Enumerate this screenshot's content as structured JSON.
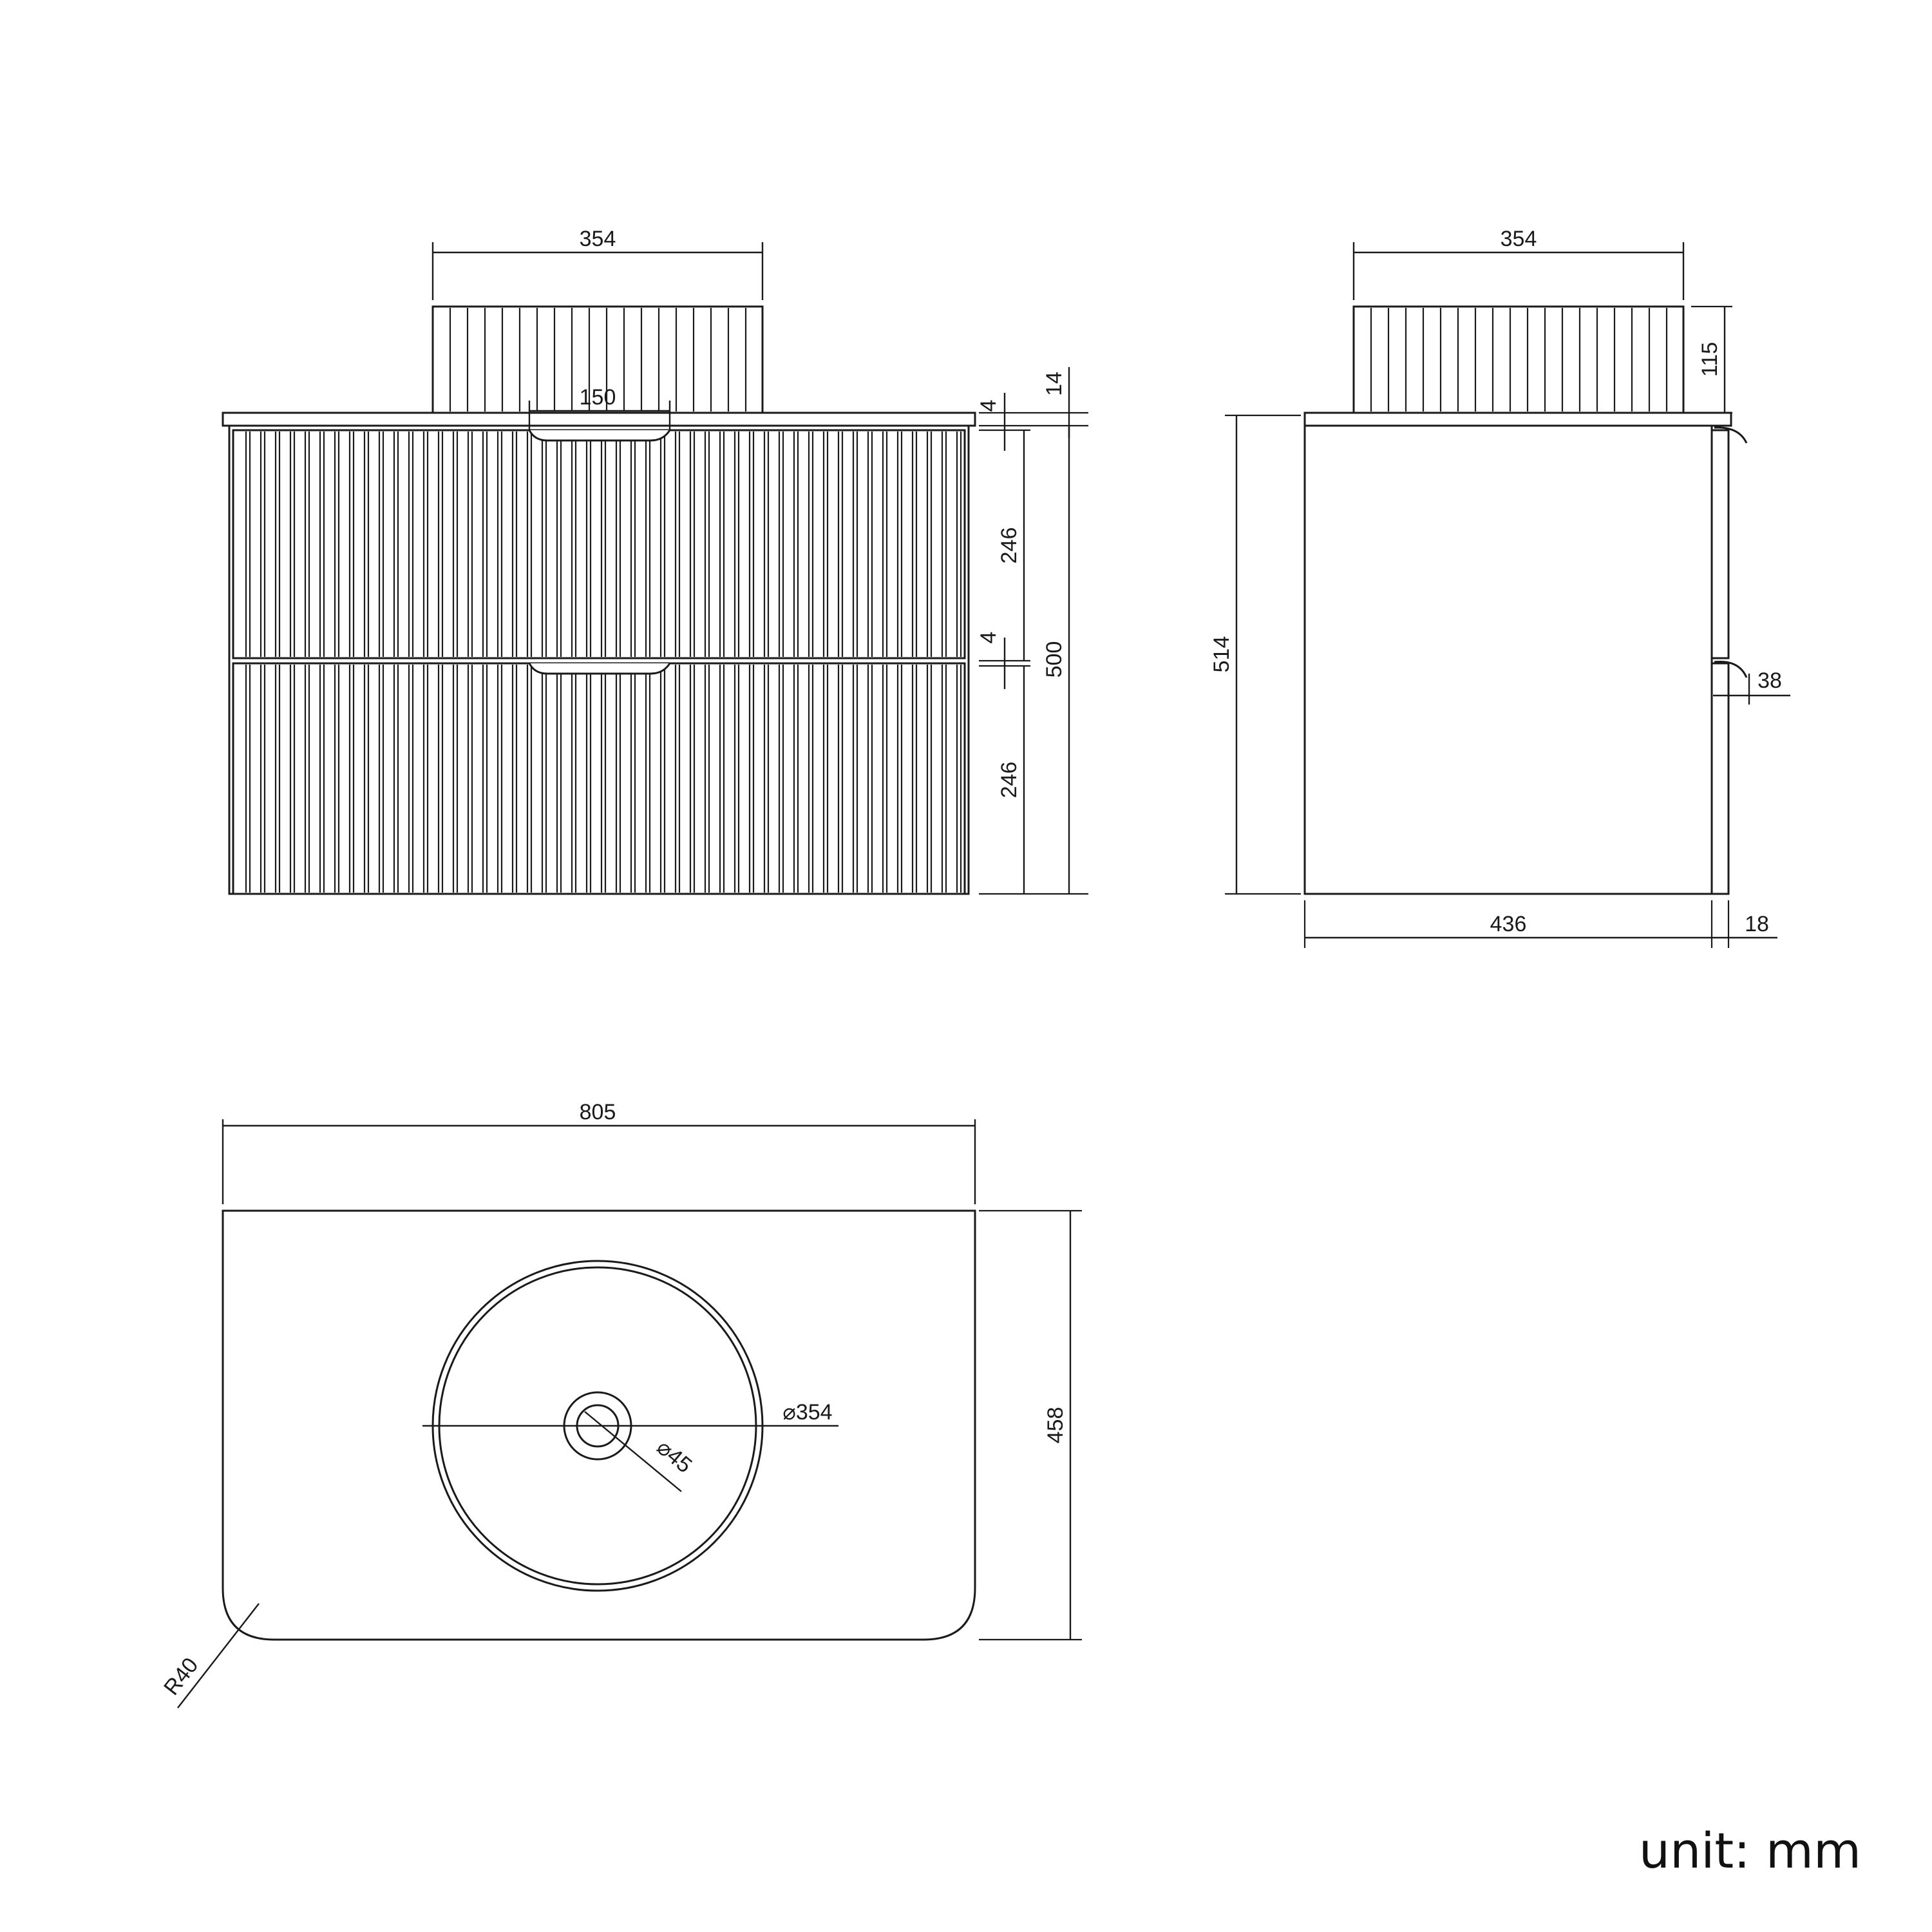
{
  "colors": {
    "line": "#1a1a1a",
    "background": "#ffffff"
  },
  "dimensions": {
    "front_basin_width": "354",
    "front_handle_width": "150",
    "front_top_gap": "4",
    "front_top_thickness": "14",
    "front_drawer_top": "246",
    "front_mid_gap": "4",
    "front_total_height": "500",
    "front_drawer_bottom": "246",
    "side_basin_width": "354",
    "side_basin_height": "115",
    "side_total_height": "514",
    "side_handle_depth": "38",
    "side_depth": "436",
    "side_front_thickness": "18",
    "top_width": "805",
    "top_depth": "458",
    "top_basin_diameter": "⌀354",
    "top_drain_diameter": "⌀45",
    "top_corner_radius": "R40"
  },
  "unit_label": "unit: mm"
}
